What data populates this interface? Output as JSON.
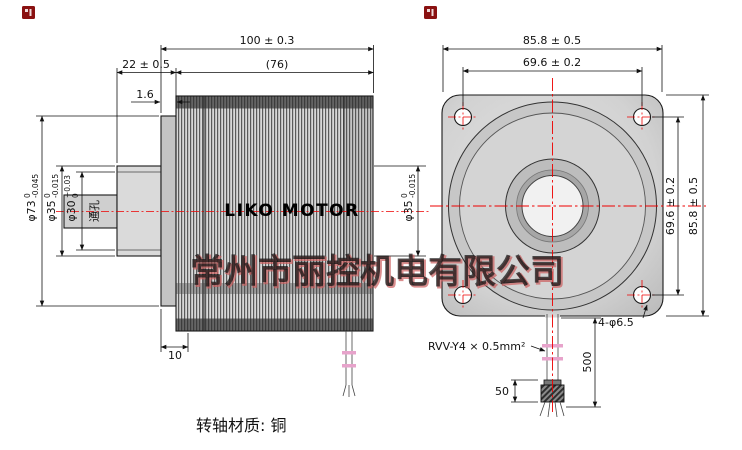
{
  "watermark": {
    "text": "常州市丽控机电有限公司"
  },
  "footer": {
    "material_note": "转轴材质: 铜"
  },
  "side_view": {
    "brand": "LIKO MOTOR",
    "dims": {
      "overall_length": "100 ± 0.3",
      "boss_length": "22 ± 0.5",
      "body_length": "(76)",
      "pilot_height": "1.6",
      "bottom_offset": "10",
      "through_hole_note": "通孔",
      "dia_pilot": {
        "value": "φ73",
        "upper": "0",
        "lower": "-0.045"
      },
      "dia_boss": {
        "value": "φ35",
        "upper": "0",
        "lower": "-0.015"
      },
      "dia_shaft_hole": {
        "value": "φ30",
        "upper": "+0.03",
        "lower": "0"
      },
      "dia_rear_boss": {
        "value": "φ35",
        "upper": "0",
        "lower": "-0.015"
      }
    }
  },
  "front_view": {
    "dims": {
      "overall_width": "85.8 ± 0.5",
      "hole_spacing_horizontal": "69.6 ± 0.2",
      "hole_spacing_vertical": "69.6 ± 0.2",
      "overall_height": "85.8 ± 0.5",
      "mounting_holes": "4-φ6.5",
      "cable_spec": "RVV-Y4 × 0.5mm²",
      "cable_length": "500",
      "connector_length": "50"
    }
  }
}
